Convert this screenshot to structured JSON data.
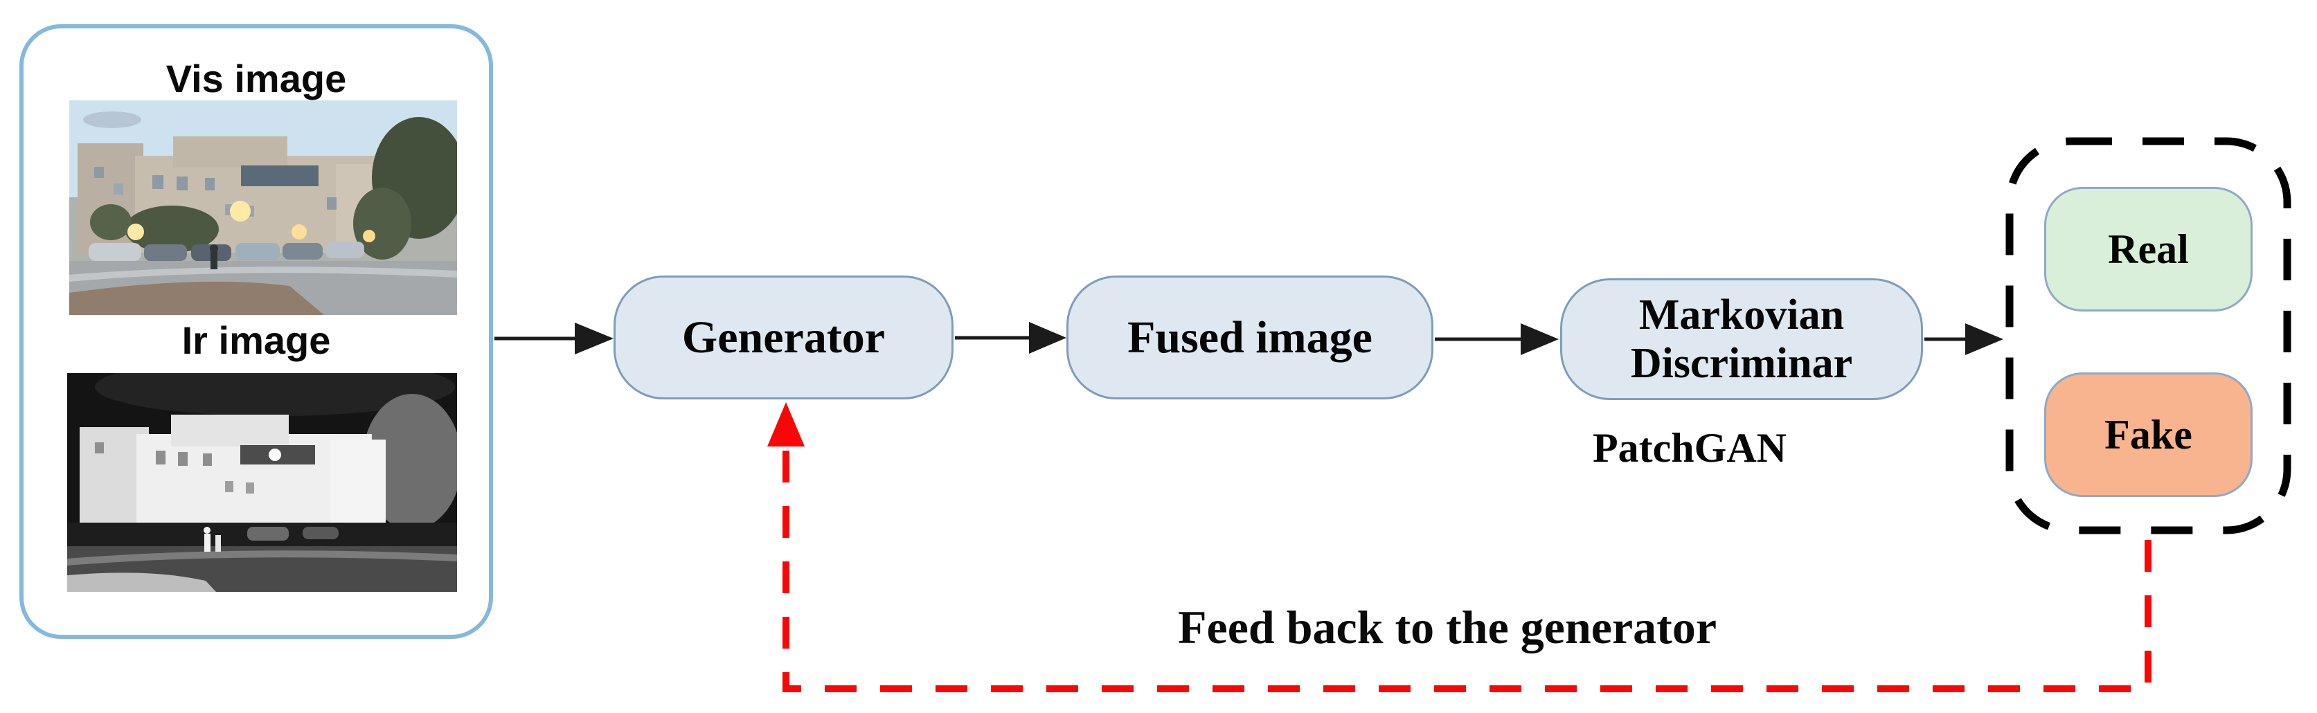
{
  "diagram": {
    "input_panel": {
      "vis_label": "Vis image",
      "ir_label": "Ir image"
    },
    "nodes": {
      "generator": "Generator",
      "fused_image": "Fused image",
      "discriminator_line1": "Markovian",
      "discriminator_line2": "Discriminar",
      "patchgan_caption": "PatchGAN"
    },
    "outcomes": {
      "real": "Real",
      "fake": "Fake"
    },
    "feedback_caption": "Feed back to the generator",
    "colors": {
      "node_fill": "#dfe8f1",
      "node_border": "#7f9db9",
      "panel_border": "#85b8dd",
      "real_fill": "#d9efd9",
      "fake_fill": "#f8b48e",
      "outcome_border": "#8fa9c9",
      "arrow_black": "#1b1b1b",
      "dashed_box_black": "#000000",
      "feedback_red": "#fa0606"
    }
  }
}
